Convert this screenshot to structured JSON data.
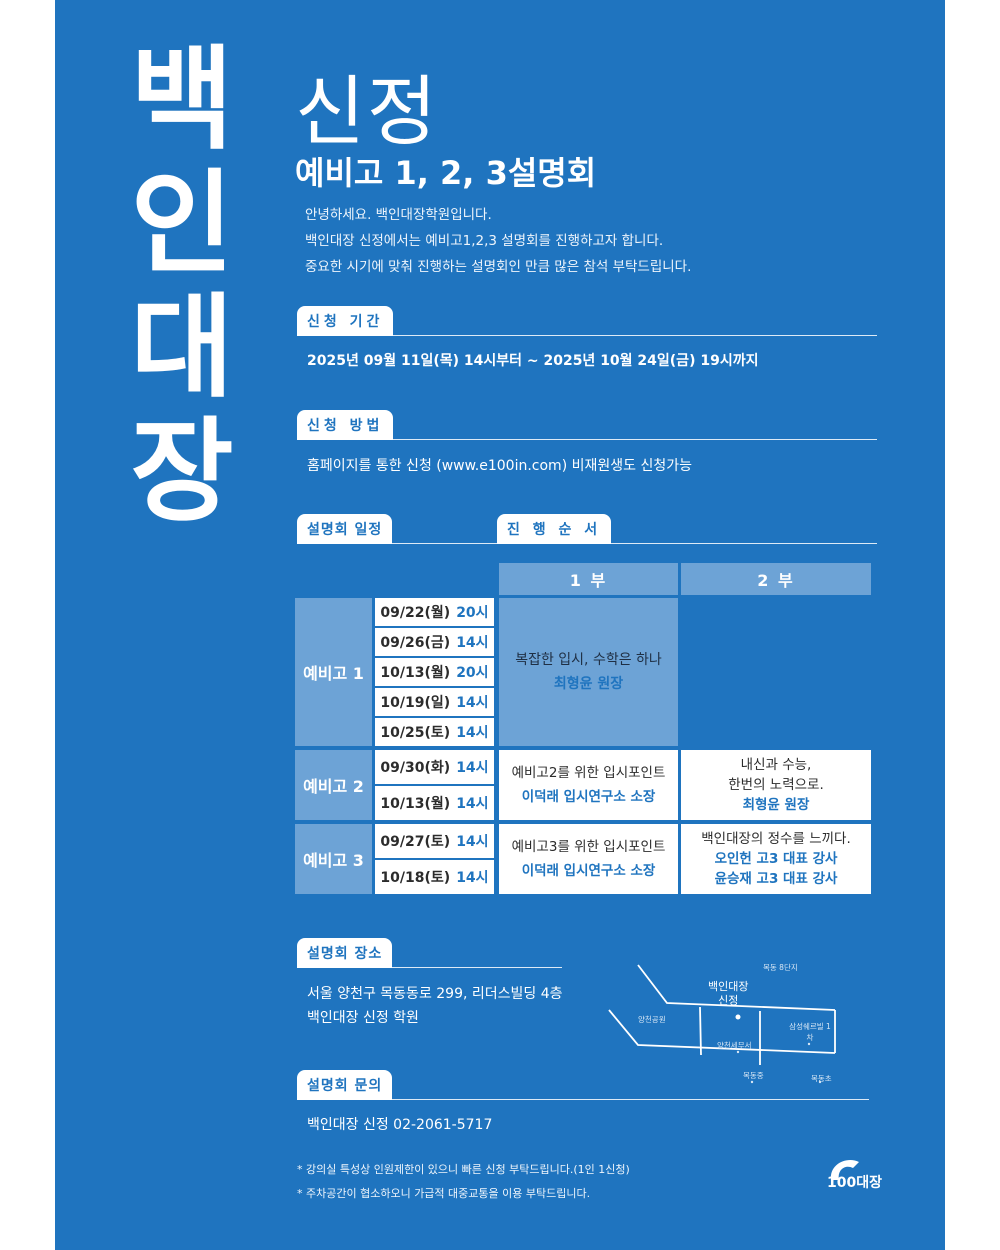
{
  "colors": {
    "background": "#1f74bf",
    "table_header": "#6da3d6",
    "accent": "#1f74bf",
    "white": "#ffffff"
  },
  "vertical_title": [
    "백",
    "인",
    "대",
    "장"
  ],
  "branch": "신정",
  "subtitle": "예비고 1, 2, 3설명회",
  "intro": [
    "안녕하세요. 백인대장학원입니다.",
    "백인대장 신정에서는 예비고1,2,3 설명회를 진행하고자 합니다.",
    "중요한 시기에 맞춰 진행하는 설명회인 만큼 많은 참석 부탁드립니다."
  ],
  "period": {
    "label": "신청 기간",
    "text": "2025년 09월 11일(목) 14시부터 ~ 2025년 10월 24일(금) 19시까지"
  },
  "method": {
    "label": "신청 방법",
    "text": "홈페이지를 통한 신청 (www.e100in.com) 비재원생도 신청가능"
  },
  "schedule": {
    "label": "설명회 일정",
    "order_label": "진 행 순 서",
    "part1_header": "1 부",
    "part2_header": "2 부",
    "groups": [
      {
        "name": "예비고 1",
        "dates": [
          {
            "date": "09/22(월)",
            "time": "20시"
          },
          {
            "date": "09/26(금)",
            "time": "14시"
          },
          {
            "date": "10/13(월)",
            "time": "20시"
          },
          {
            "date": "10/19(일)",
            "time": "14시"
          },
          {
            "date": "10/25(토)",
            "time": "14시"
          }
        ],
        "part1": {
          "topic": "복잡한 입시, 수학은 하나",
          "speaker": "최형윤 원장"
        },
        "part2": {
          "lines": [],
          "speakers": []
        }
      },
      {
        "name": "예비고 2",
        "dates": [
          {
            "date": "09/30(화)",
            "time": "14시"
          },
          {
            "date": "10/13(월)",
            "time": "14시"
          }
        ],
        "part1": {
          "topic": "예비고2를 위한 입시포인트",
          "speaker": "이덕래 입시연구소 소장"
        },
        "part2": {
          "lines": [
            "내신과 수능,",
            "한번의 노력으로."
          ],
          "speakers": [
            "최형윤 원장"
          ]
        }
      },
      {
        "name": "예비고 3",
        "dates": [
          {
            "date": "09/27(토)",
            "time": "14시"
          },
          {
            "date": "10/18(토)",
            "time": "14시"
          }
        ],
        "part1": {
          "topic": "예비고3를 위한 입시포인트",
          "speaker": "이덕래 입시연구소 소장"
        },
        "part2": {
          "lines": [
            "백인대장의 정수를 느끼다."
          ],
          "speakers": [
            "오인헌 고3 대표 강사",
            "윤승재 고3 대표 강사"
          ]
        }
      }
    ]
  },
  "venue": {
    "label": "설명회 장소",
    "address": "서울 양천구 목동동로 299, 리더스빌딩 4층",
    "name": "백인대장 신정 학원"
  },
  "map": {
    "main_label": [
      "백인대장",
      "신정"
    ],
    "labels": [
      "목동 8단지",
      "양천공원",
      "양천세무서",
      "삼성쉐르빌 1차",
      "목동중",
      "목동초"
    ]
  },
  "inquiry": {
    "label": "설명회 문의",
    "text": "백인대장 신정 02-2061-5717"
  },
  "notes": [
    "* 강의실 특성상 인원제한이 있으니 빠른 신청 부탁드립니다.(1인 1신청)",
    "* 주차공간이 협소하오니 가급적 대중교통을 이용 부탁드립니다."
  ],
  "logo": {
    "number": "100",
    "text": "대장"
  }
}
